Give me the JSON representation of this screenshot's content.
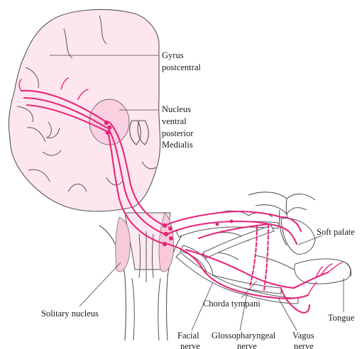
{
  "labels": {
    "gyrus_line1": "Gyrus",
    "gyrus_line2": "postcentral",
    "nucleus_line1": "Nucleus",
    "nucleus_line2": "ventral",
    "nucleus_line3": "posterior",
    "nucleus_line4": "Medialis",
    "soft_palate": "Soft palate",
    "solitary_nucleus": "Solitary nucleus",
    "chorda_tympani": "Chorda tympani",
    "tongue": "Tongue",
    "facial_line1": "Facial",
    "facial_line2": "nerve",
    "glosso_line1": "Glossopharyngeal",
    "glosso_line2": "nerve",
    "vagus_line1": "Vagus",
    "vagus_line2": "nerve"
  },
  "colors": {
    "pathway": "#e8257a",
    "brain_fill": "#fde6ee",
    "brainstem_fill": "#fde9f0"
  }
}
